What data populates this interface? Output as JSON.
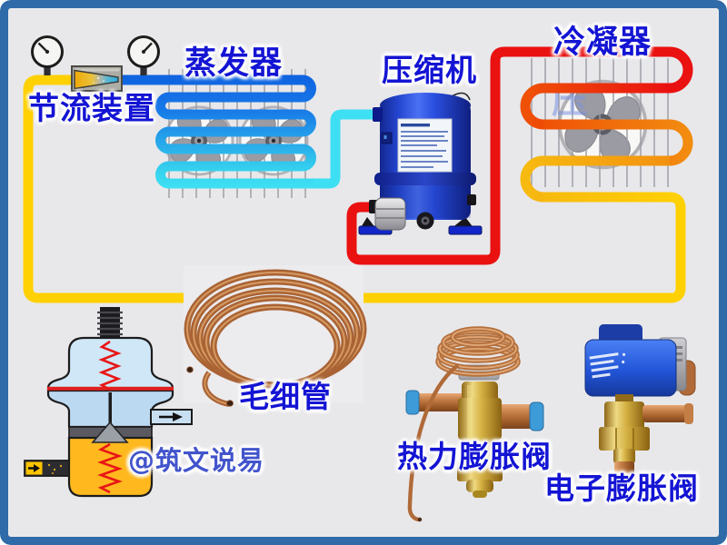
{
  "diagram": {
    "type": "refrigeration-cycle",
    "labels": {
      "throttle_device": "节流装置",
      "evaporator": "蒸发器",
      "compressor": "压缩机",
      "condenser": "冷凝器",
      "condenser_faded": "压",
      "capillary": "毛细管",
      "thermal_expansion_valve": "热力膨胀阀",
      "electronic_expansion_valve": "电子膨胀阀",
      "watermark": "@筑文说易"
    },
    "colors": {
      "label_text": "#1414d4",
      "frame_border": "#2f6ba8",
      "background": "#e8e8eb",
      "pipe_liquid_yellow": "#ffd103",
      "pipe_expansion_blue": "#1467e6",
      "pipe_suction_cyan": "#3edff2",
      "pipe_discharge_red": "#ea1111",
      "pipe_condensing_orange": "#f28c10",
      "compressor_blue": "#2c50e0",
      "copper": "#b5713d",
      "brass": "#d4b042",
      "solenoid_blue": "#2a62e0",
      "valve_diagram_blue": "#cfe7f7",
      "valve_diagram_yellow": "#ffb91e",
      "valve_spring_red": "#e81616"
    }
  }
}
